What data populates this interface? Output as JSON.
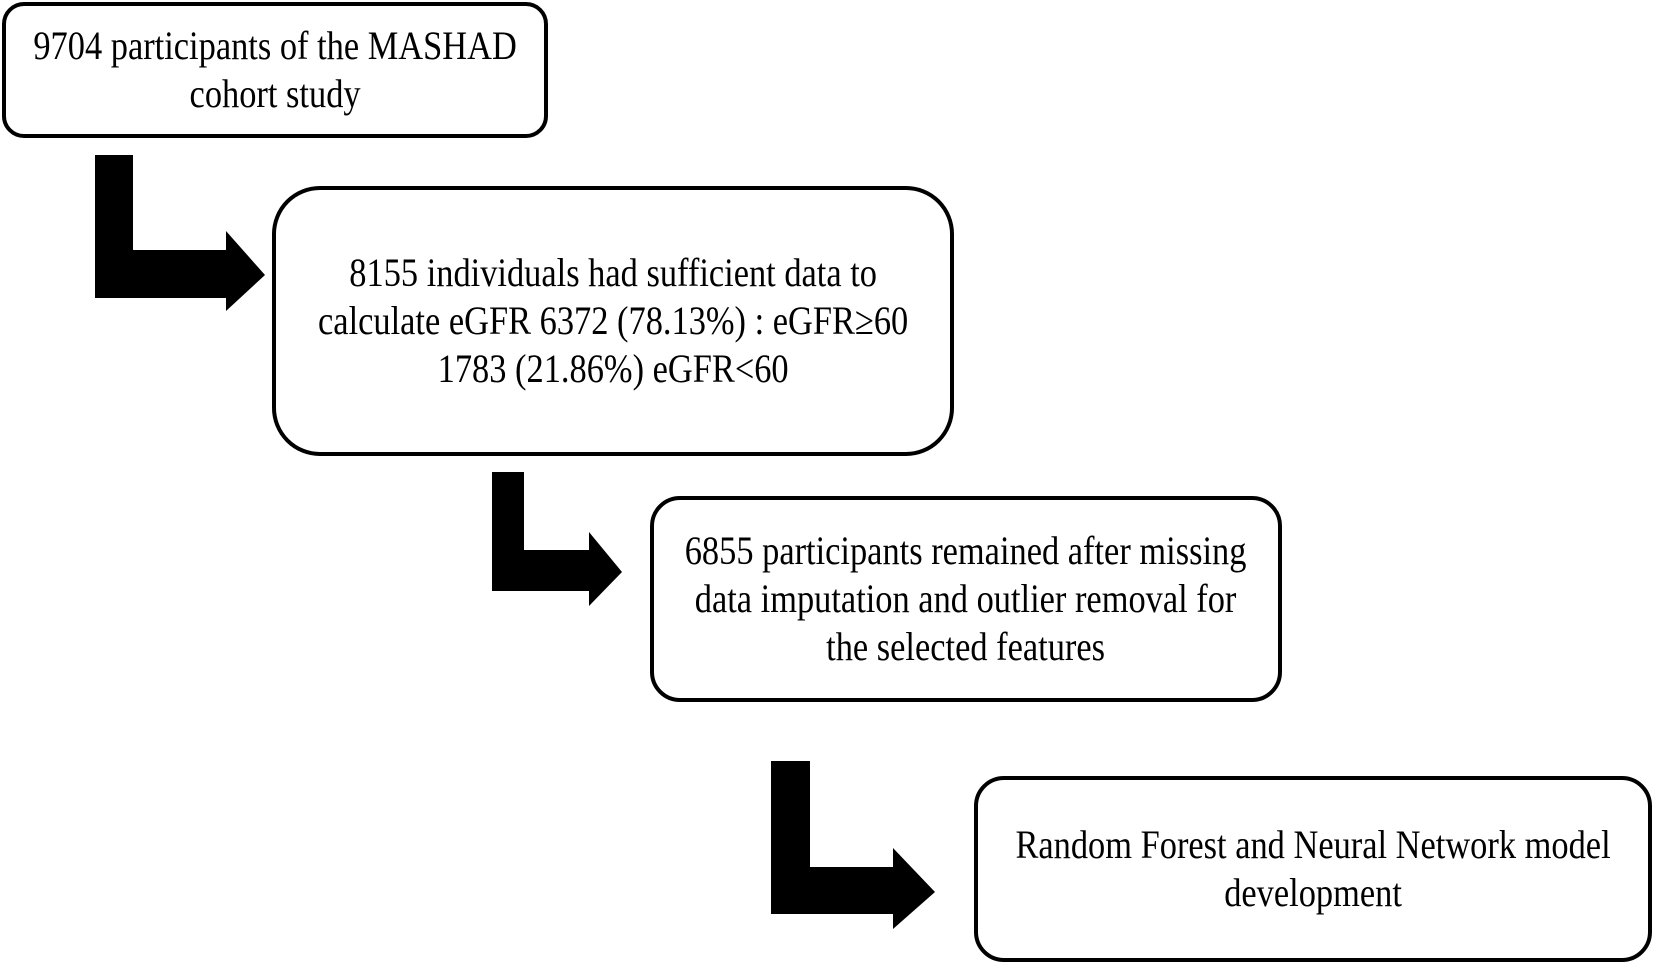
{
  "flowchart": {
    "steps": [
      {
        "lines": [
          "9704 participants of the MASHAD",
          "cohort study"
        ]
      },
      {
        "lines": [
          "8155 individuals had sufficient data to",
          "calculate eGFR 6372 (78.13%) : eGFR≥60",
          "1783 (21.86%) eGFR<60"
        ]
      },
      {
        "lines": [
          "6855 participants remained after missing",
          "data imputation and outlier removal for",
          "the selected features"
        ]
      },
      {
        "lines": [
          "Random Forest and Neural Network model",
          "development"
        ]
      }
    ],
    "colors": {
      "stroke": "#000000",
      "background": "#ffffff"
    }
  }
}
